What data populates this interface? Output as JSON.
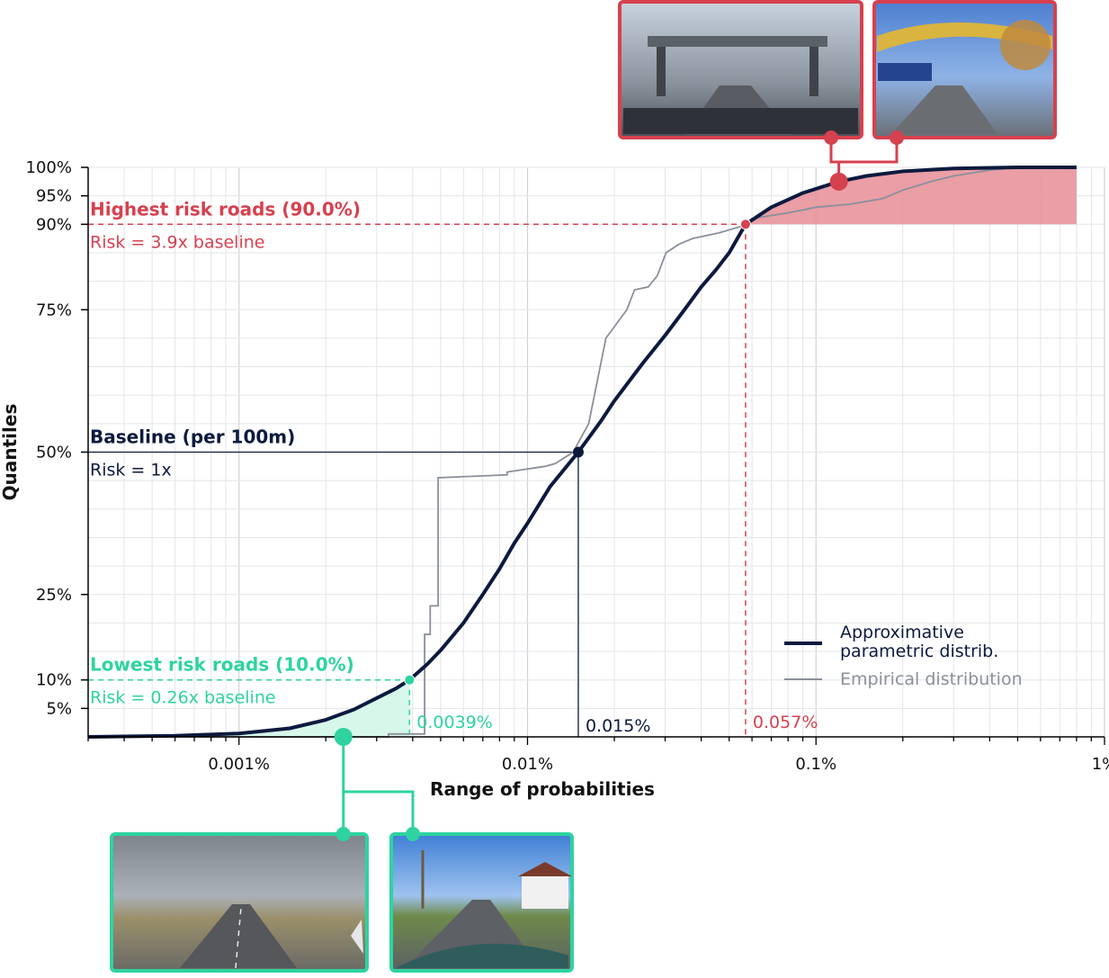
{
  "chart_data": {
    "type": "line",
    "xlabel": "Range of probabilities",
    "ylabel": "Quantiles",
    "x_scale": "log",
    "xlim": [
      0.0003,
      1
    ],
    "ylim": [
      0,
      100
    ],
    "x_ticks": [
      {
        "value": 0.001,
        "label": "0.001%"
      },
      {
        "value": 0.01,
        "label": "0.01%"
      },
      {
        "value": 0.1,
        "label": "0.1%"
      },
      {
        "value": 1,
        "label": "1%"
      }
    ],
    "y_ticks": [
      {
        "value": 100,
        "label": "100%"
      },
      {
        "value": 95,
        "label": "95%"
      },
      {
        "value": 90,
        "label": "90%"
      },
      {
        "value": 75,
        "label": "75%"
      },
      {
        "value": 50,
        "label": "50%"
      },
      {
        "value": 25,
        "label": "25%"
      },
      {
        "value": 10,
        "label": "10%"
      },
      {
        "value": 5,
        "label": "5%"
      }
    ],
    "grid": true,
    "legend_position": "bottom-right",
    "series": [
      {
        "name": "Approximative parametric distrib.",
        "color": "#0c1a3e",
        "x": [
          0.0003,
          0.0006,
          0.001,
          0.0015,
          0.002,
          0.0025,
          0.003,
          0.0035,
          0.0039,
          0.0045,
          0.005,
          0.006,
          0.007,
          0.008,
          0.009,
          0.01,
          0.012,
          0.015,
          0.018,
          0.02,
          0.025,
          0.03,
          0.035,
          0.04,
          0.045,
          0.05,
          0.057,
          0.07,
          0.09,
          0.12,
          0.15,
          0.2,
          0.3,
          0.5,
          0.8
        ],
        "y": [
          0,
          0.2,
          0.6,
          1.5,
          3.0,
          4.8,
          6.8,
          8.5,
          10.0,
          12.8,
          15.2,
          20.0,
          25.0,
          29.5,
          34.0,
          37.5,
          44.0,
          50.0,
          55.5,
          59.0,
          65.5,
          70.5,
          75.0,
          79.0,
          82.0,
          85.0,
          90.0,
          93.0,
          95.5,
          97.5,
          98.5,
          99.3,
          99.8,
          100,
          100
        ]
      },
      {
        "name": "Empirical distribution",
        "color": "#8a8f9a",
        "x": [
          0.00035,
          0.0033,
          0.0033,
          0.0044,
          0.0044,
          0.0046,
          0.0046,
          0.0049,
          0.0049,
          0.0085,
          0.0085,
          0.0115,
          0.0115,
          0.0125,
          0.0125,
          0.0144,
          0.0144,
          0.0163,
          0.0163,
          0.0177,
          0.0177,
          0.0187,
          0.0187,
          0.0221,
          0.0221,
          0.0235,
          0.0235,
          0.0262,
          0.0262,
          0.0282,
          0.0282,
          0.0302,
          0.0302,
          0.0335,
          0.0335,
          0.0373,
          0.0373,
          0.0462,
          0.0462,
          0.058,
          0.06,
          0.08,
          0.1,
          0.13,
          0.17,
          0.2,
          0.25,
          0.3,
          0.4,
          0.5,
          0.8
        ],
        "y": [
          0,
          0,
          0.5,
          0.5,
          18,
          18,
          23,
          23,
          45.5,
          46,
          46.5,
          47.5,
          47.5,
          48,
          48,
          50,
          50,
          55,
          55,
          64,
          64,
          70,
          70,
          75,
          75,
          78.5,
          78.5,
          79,
          79,
          81,
          81,
          85,
          85,
          86.5,
          86.5,
          87.5,
          87.5,
          88.5,
          88.5,
          90,
          91,
          92,
          93,
          93.5,
          94.5,
          96,
          97.5,
          98.5,
          99.5,
          100,
          100
        ]
      }
    ],
    "highlights": {
      "high": {
        "title": "Highest risk roads (90.0%)",
        "subtitle": "Risk = 3.9x baseline",
        "quantile": 90,
        "x": 0.057,
        "value_label": "0.057%",
        "color": "#d6414f",
        "fill": "#e8939b"
      },
      "baseline": {
        "title": "Baseline (per 100m)",
        "subtitle": "Risk = 1x",
        "quantile": 50,
        "x": 0.015,
        "value_label": "0.015%",
        "color": "#0c1a3e"
      },
      "low": {
        "title": "Lowest risk roads (10.0%)",
        "subtitle": "Risk = 0.26x baseline",
        "quantile": 10,
        "x": 0.0039,
        "value_label": "0.0039%",
        "color": "#2ed3a0",
        "fill": "#d3f6e9"
      }
    },
    "legend": [
      {
        "label_line1": "Approximative",
        "label_line2": "parametric distrib.",
        "color": "#0c1a3e",
        "text_color": "#0c1a3e"
      },
      {
        "label_line1": "Empirical distribution",
        "label_line2": "",
        "color": "#8a8f9a",
        "text_color": "#8a8f9a"
      }
    ]
  }
}
